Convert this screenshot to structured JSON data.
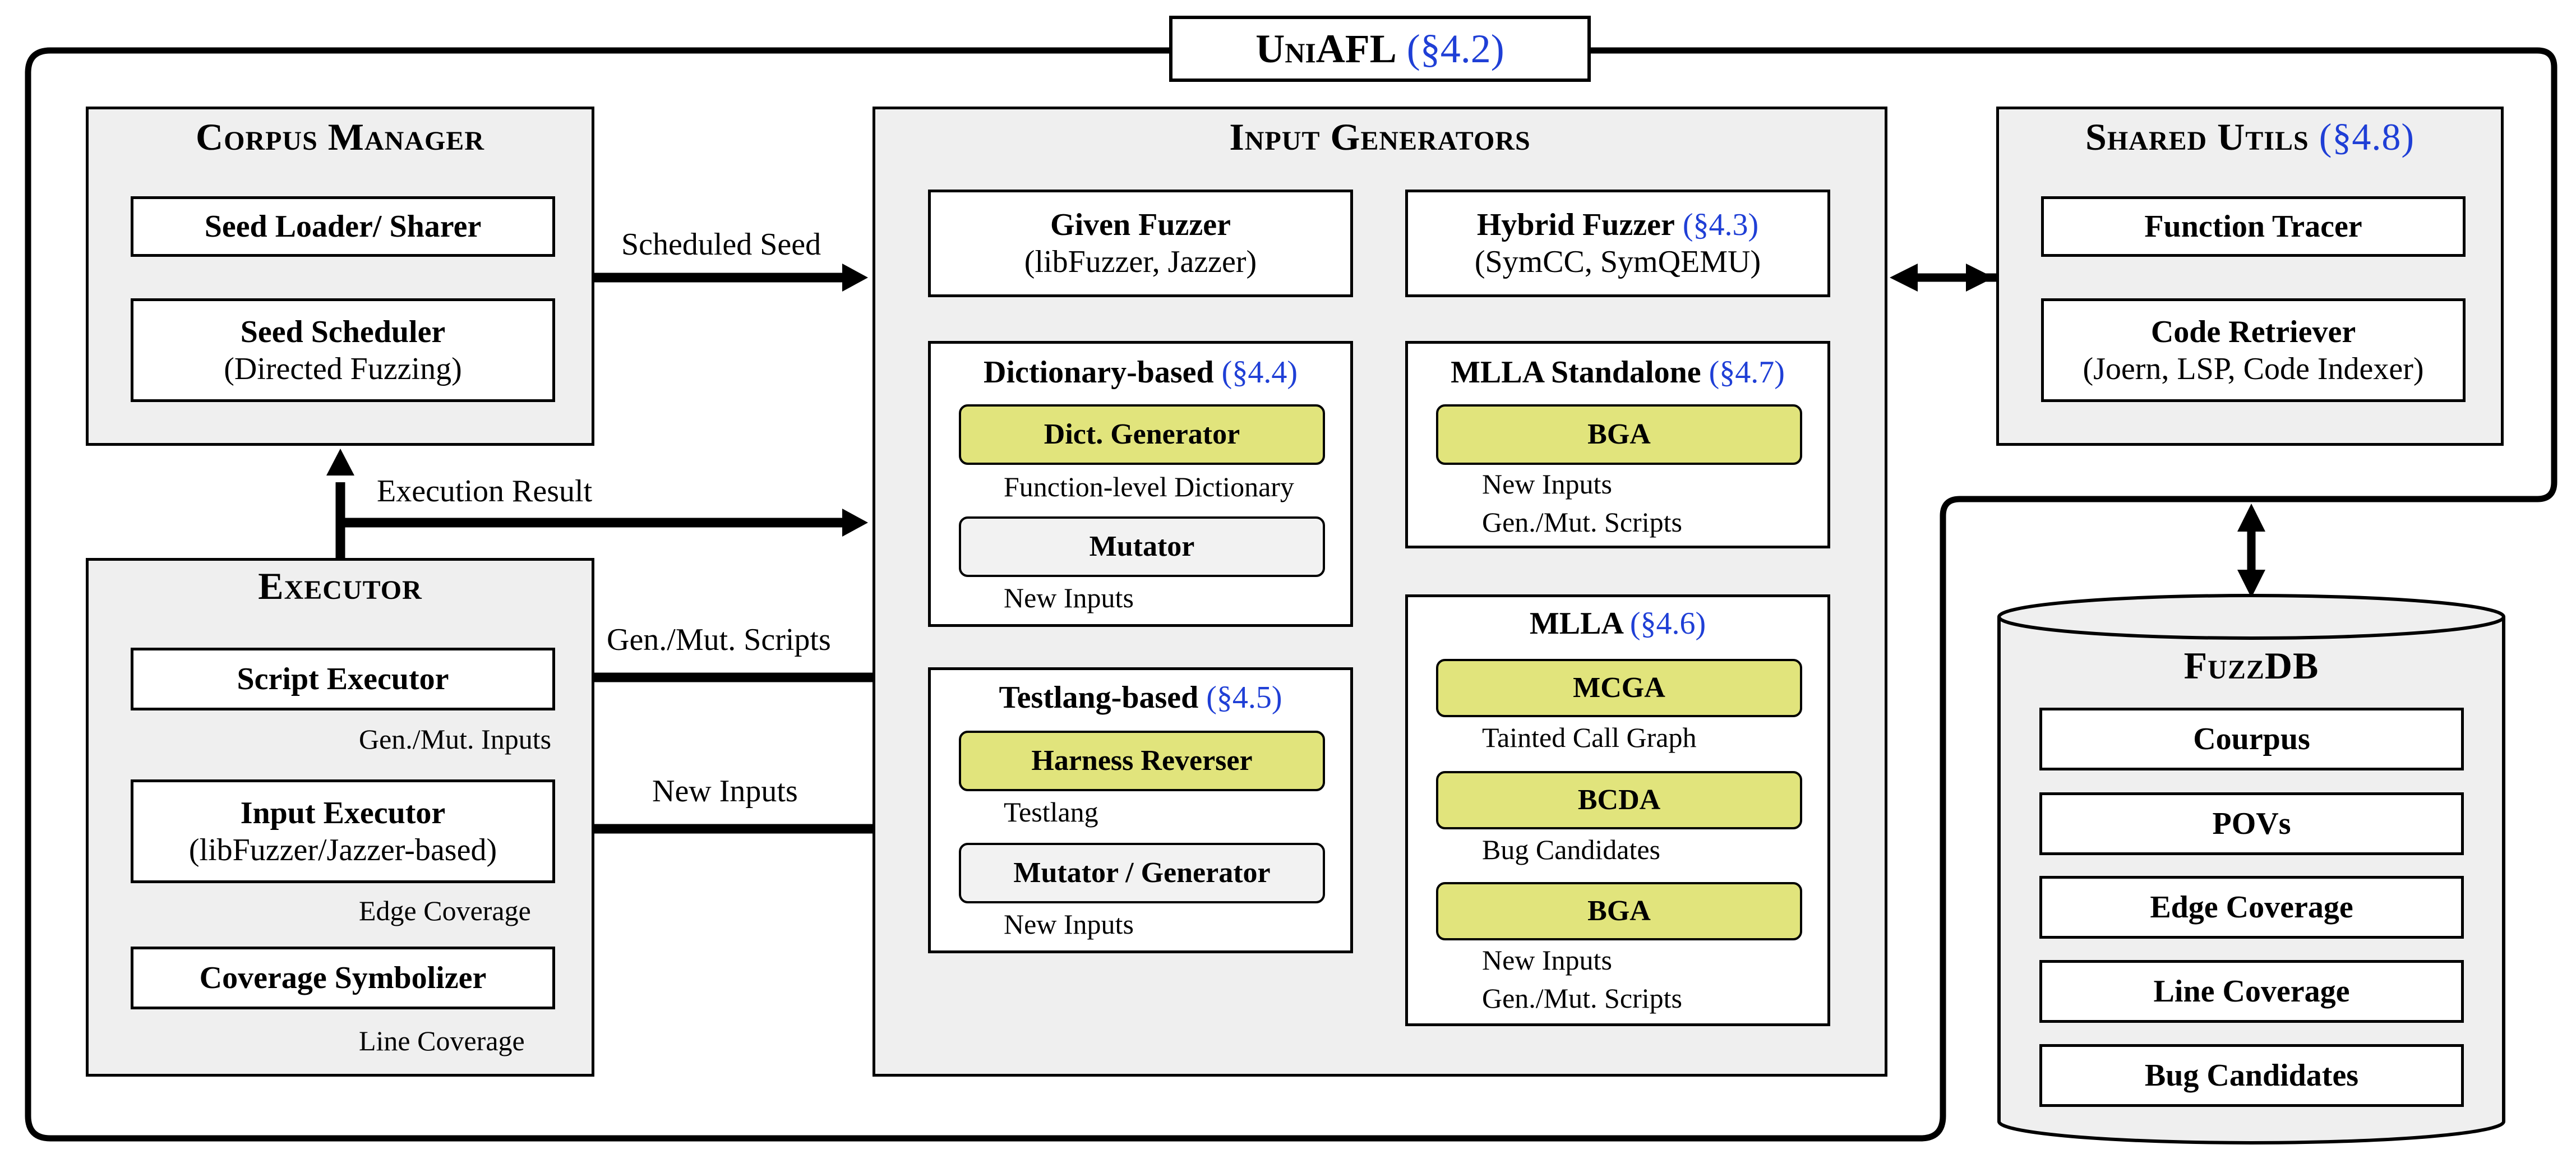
{
  "title": {
    "name": "UniAFL",
    "ref": "(§4.2)"
  },
  "colors": {
    "section_ref": "#1f3fd6",
    "llm_component": "#e1e47c",
    "panel": "#efefef"
  },
  "corpus_manager": {
    "title": "Corpus Manager",
    "seed_loader": "Seed Loader/ Sharer",
    "seed_scheduler": "Seed Scheduler",
    "seed_scheduler_sub": "(Directed Fuzzing)"
  },
  "executor": {
    "title": "Executor",
    "script_executor": "Script Executor",
    "input_executor": "Input Executor",
    "input_executor_sub": "(libFuzzer/Jazzer-based)",
    "coverage_symbolizer": "Coverage Symbolizer",
    "label_gen_mut_inputs": "Gen./Mut. Inputs",
    "label_edge_coverage": "Edge Coverage",
    "label_line_coverage": "Line Coverage"
  },
  "input_generators": {
    "title": "Input Generators",
    "given_fuzzer": "Given Fuzzer",
    "given_fuzzer_sub": "(libFuzzer, Jazzer)",
    "hybrid_fuzzer": "Hybrid Fuzzer",
    "hybrid_fuzzer_ref": "(§4.3)",
    "hybrid_fuzzer_sub": "(SymCC, SymQEMU)",
    "dictionary_based": "Dictionary-based",
    "dictionary_based_ref": "(§4.4)",
    "dict_generator": "Dict. Generator",
    "label_function_level_dictionary": "Function-level Dictionary",
    "mutator": "Mutator",
    "label_dict_new_inputs": "New Inputs",
    "testlang_based": "Testlang-based",
    "testlang_based_ref": "(§4.5)",
    "harness_reverser": "Harness Reverser",
    "label_testlang": "Testlang",
    "mutator_generator": "Mutator / Generator",
    "label_testlang_new_inputs": "New Inputs",
    "mlla_standalone": "MLLA Standalone",
    "mlla_standalone_ref": "(§4.7)",
    "standalone_bga": "BGA",
    "standalone_label_new_inputs": "New Inputs",
    "standalone_label_scripts": "Gen./Mut. Scripts",
    "mlla": "MLLA",
    "mlla_ref": "(§4.6)",
    "mcga": "MCGA",
    "label_tainted_call_graph": "Tainted Call Graph",
    "bcda": "BCDA",
    "label_bug_candidates": "Bug Candidates",
    "mlla_bga": "BGA",
    "mlla_label_new_inputs": "New Inputs",
    "mlla_label_scripts": "Gen./Mut. Scripts"
  },
  "shared_utils": {
    "title": "Shared Utils",
    "ref": "(§4.8)",
    "function_tracer": "Function Tracer",
    "code_retriever": "Code Retriever",
    "code_retriever_sub": "(Joern, LSP, Code Indexer)"
  },
  "fuzzdb": {
    "title": "FuzzDB",
    "items": [
      "Courpus",
      "POVs",
      "Edge Coverage",
      "Line Coverage",
      "Bug Candidates"
    ]
  },
  "flows": {
    "scheduled_seed": "Scheduled Seed",
    "execution_result": "Execution Result",
    "gen_mut_scripts": "Gen./Mut. Scripts",
    "new_inputs": "New Inputs"
  }
}
